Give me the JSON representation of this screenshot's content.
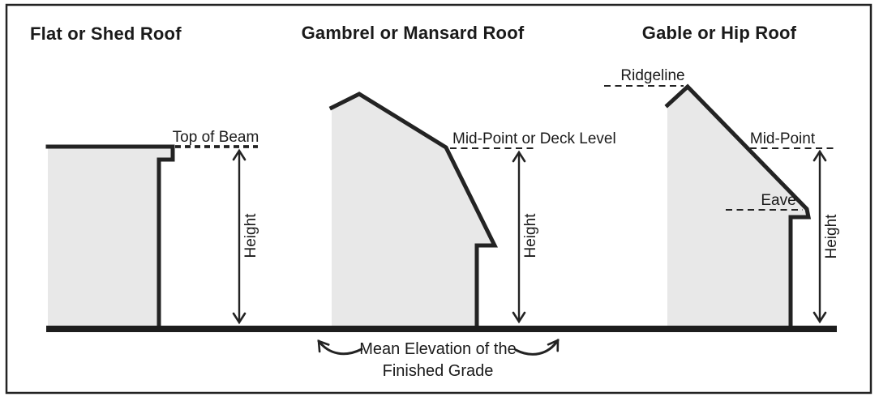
{
  "diagram": {
    "sections": {
      "flat": {
        "title": "Flat or Shed Roof",
        "measure_line_label": "Top of Beam",
        "height_label": "Height"
      },
      "gambrel": {
        "title": "Gambrel or Mansard Roof",
        "measure_line_label": "Mid-Point or Deck Level",
        "height_label": "Height"
      },
      "gable": {
        "title": "Gable or Hip Roof",
        "ridge_label": "Ridgeline",
        "measure_line_label": "Mid-Point",
        "eave_label": "Eave",
        "height_label": "Height"
      }
    },
    "grade_label": {
      "line1": "Mean Elevation of the",
      "line2": "Finished Grade"
    },
    "colors": {
      "background": "#ffffff",
      "building_fill": "#e8e8e8",
      "outline": "#232323",
      "ground": "#1d1d1d",
      "text_color": "#1a1a1a"
    }
  }
}
